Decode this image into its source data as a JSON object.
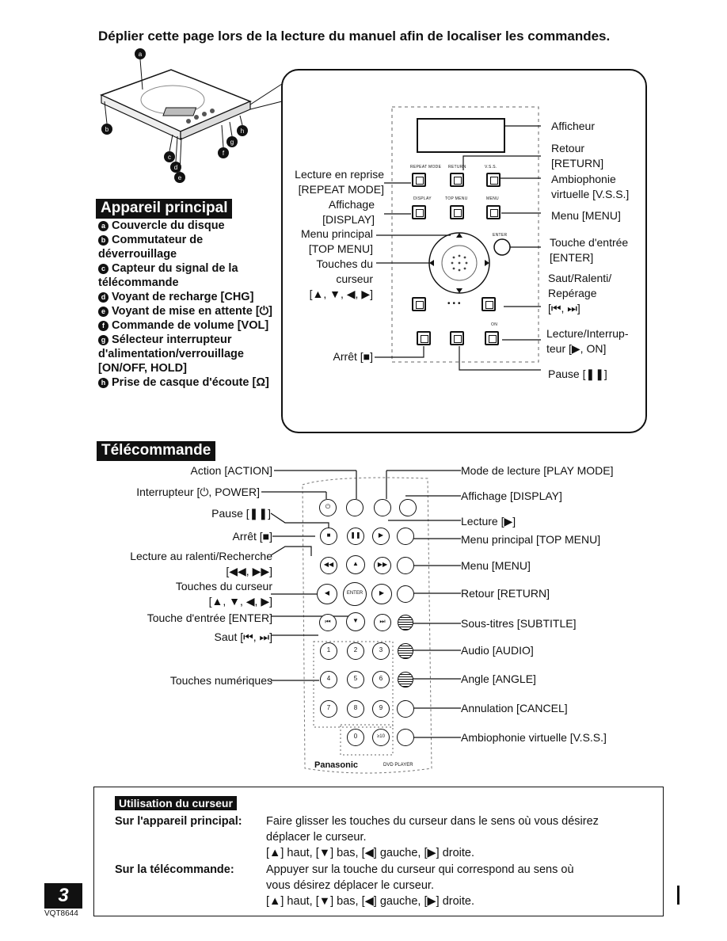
{
  "header": {
    "title": "Déplier cette page lors de la lecture du manuel afin de localiser les commandes."
  },
  "main_unit": {
    "banner": "Appareil principal",
    "legend": [
      {
        "key": "a",
        "text": "Couvercle du disque"
      },
      {
        "key": "b",
        "text": "Commutateur de déverrouillage"
      },
      {
        "key": "c",
        "text": "Capteur du signal de la télécommande"
      },
      {
        "key": "d",
        "text": "Voyant de recharge [CHG]"
      },
      {
        "key": "e",
        "text": "Voyant de mise en attente [⏻]"
      },
      {
        "key": "f",
        "text": "Commande de volume [VOL]"
      },
      {
        "key": "g",
        "text": "Sélecteur interrupteur d'alimentation/verrouillage [ON/OFF, HOLD]"
      },
      {
        "key": "h",
        "text": "Prise de casque d'écoute [Ω]"
      }
    ]
  },
  "panel": {
    "left_labels": {
      "repeat": [
        "Lecture en reprise",
        "[REPEAT MODE]"
      ],
      "display": [
        "Affichage",
        "[DISPLAY]"
      ],
      "top_menu": [
        "Menu principal",
        "[TOP MENU]"
      ],
      "cursor": [
        "Touches du",
        "curseur",
        "[▲, ▼, ◀, ▶]"
      ],
      "stop": "Arrêt [■]"
    },
    "right_labels": {
      "display_screen": "Afficheur",
      "return": [
        "Retour",
        "[RETURN]"
      ],
      "vss": [
        "Ambiophonie",
        "virtuelle [V.S.S.]"
      ],
      "menu": "Menu [MENU]",
      "enter": [
        "Touche d'entrée",
        "[ENTER]"
      ],
      "skip": [
        "Saut/Ralenti/",
        "Repérage",
        "[⏮, ⏭]"
      ],
      "play": [
        "Lecture/Interrup-",
        "teur [▶, ON]"
      ],
      "pause": "Pause [❚❚]"
    },
    "tiny": {
      "repeat_mode": "REPEAT MODE",
      "return": "RETURN",
      "vss": "V.S.S.",
      "display": "DISPLAY",
      "top_menu": "TOP MENU",
      "menu": "MENU",
      "enter": "ENTER",
      "on": "ON"
    }
  },
  "remote": {
    "banner": "Télécommande",
    "left_labels": {
      "action": "Action [ACTION]",
      "power": "Interrupteur [⏻, POWER]",
      "pause": "Pause [❚❚]",
      "stop": "Arrêt [■]",
      "slow": [
        "Lecture au ralenti/Recherche",
        "[◀◀, ▶▶]"
      ],
      "cursor": [
        "Touches du curseur",
        "[▲, ▼, ◀, ▶]"
      ],
      "enter": "Touche d'entrée [ENTER]",
      "skip": "Saut [⏮, ⏭]",
      "numeric": "Touches numériques"
    },
    "right_labels": {
      "play_mode": "Mode de lecture [PLAY MODE]",
      "display": "Affichage [DISPLAY]",
      "play": "Lecture [▶]",
      "top_menu": "Menu principal [TOP MENU]",
      "menu": "Menu [MENU]",
      "return": "Retour [RETURN]",
      "subtitle": "Sous-titres [SUBTITLE]",
      "audio": "Audio [AUDIO]",
      "angle": "Angle [ANGLE]",
      "cancel": "Annulation [CANCEL]",
      "vss": "Ambiophonie virtuelle [V.S.S.]"
    },
    "brand": "Panasonic",
    "model": "DVD PLAYER",
    "digits": [
      "1",
      "2",
      "3",
      "4",
      "5",
      "6",
      "7",
      "8",
      "9",
      "0",
      "≥10"
    ]
  },
  "cursor_usage": {
    "banner": "Utilisation du curseur",
    "main_label": "Sur l'appareil principal:",
    "main_text": [
      "Faire glisser les touches du curseur dans le sens où vous désirez",
      "déplacer le curseur.",
      "[▲] haut, [▼] bas, [◀] gauche, [▶] droite."
    ],
    "remote_label": "Sur la télécommande:",
    "remote_text": [
      "Appuyer sur la touche du curseur qui correspond au sens où",
      "vous désirez déplacer le curseur.",
      "[▲] haut, [▼] bas, [◀] gauche, [▶] droite."
    ]
  },
  "footer": {
    "page_number": "3",
    "code": "VQT8644"
  }
}
